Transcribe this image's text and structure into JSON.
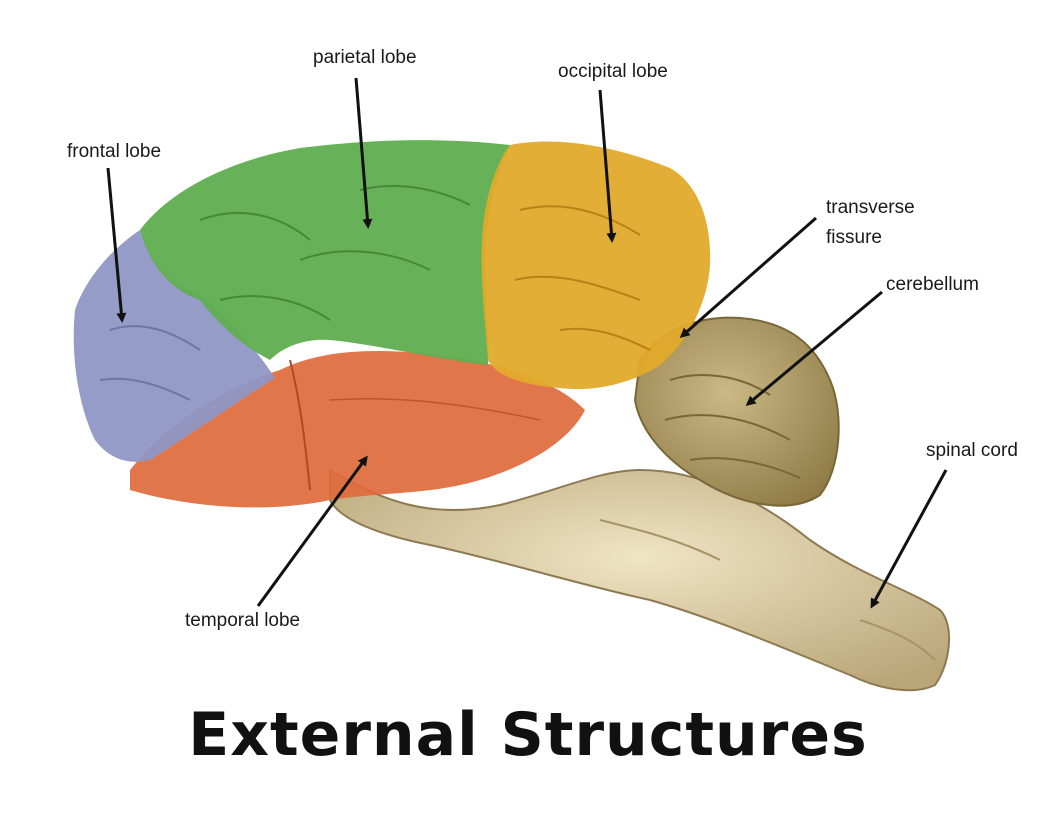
{
  "title": "External Structures",
  "labels": {
    "parietal": "parietal lobe",
    "occipital": "occipital lobe",
    "frontal": "frontal lobe",
    "transverse_line1": "transverse",
    "transverse_line2": "fissure",
    "cerebellum": "cerebellum",
    "spinal": "spinal cord",
    "temporal": "temporal lobe"
  },
  "colors": {
    "frontal": "#8f97c4",
    "parietal": "#5fae4f",
    "occipital": "#e2aa2a",
    "temporal": "#df6a3c",
    "brainstem": "#d9c9a0",
    "cerebellum": "#b7a26e",
    "arrow": "#111111"
  }
}
